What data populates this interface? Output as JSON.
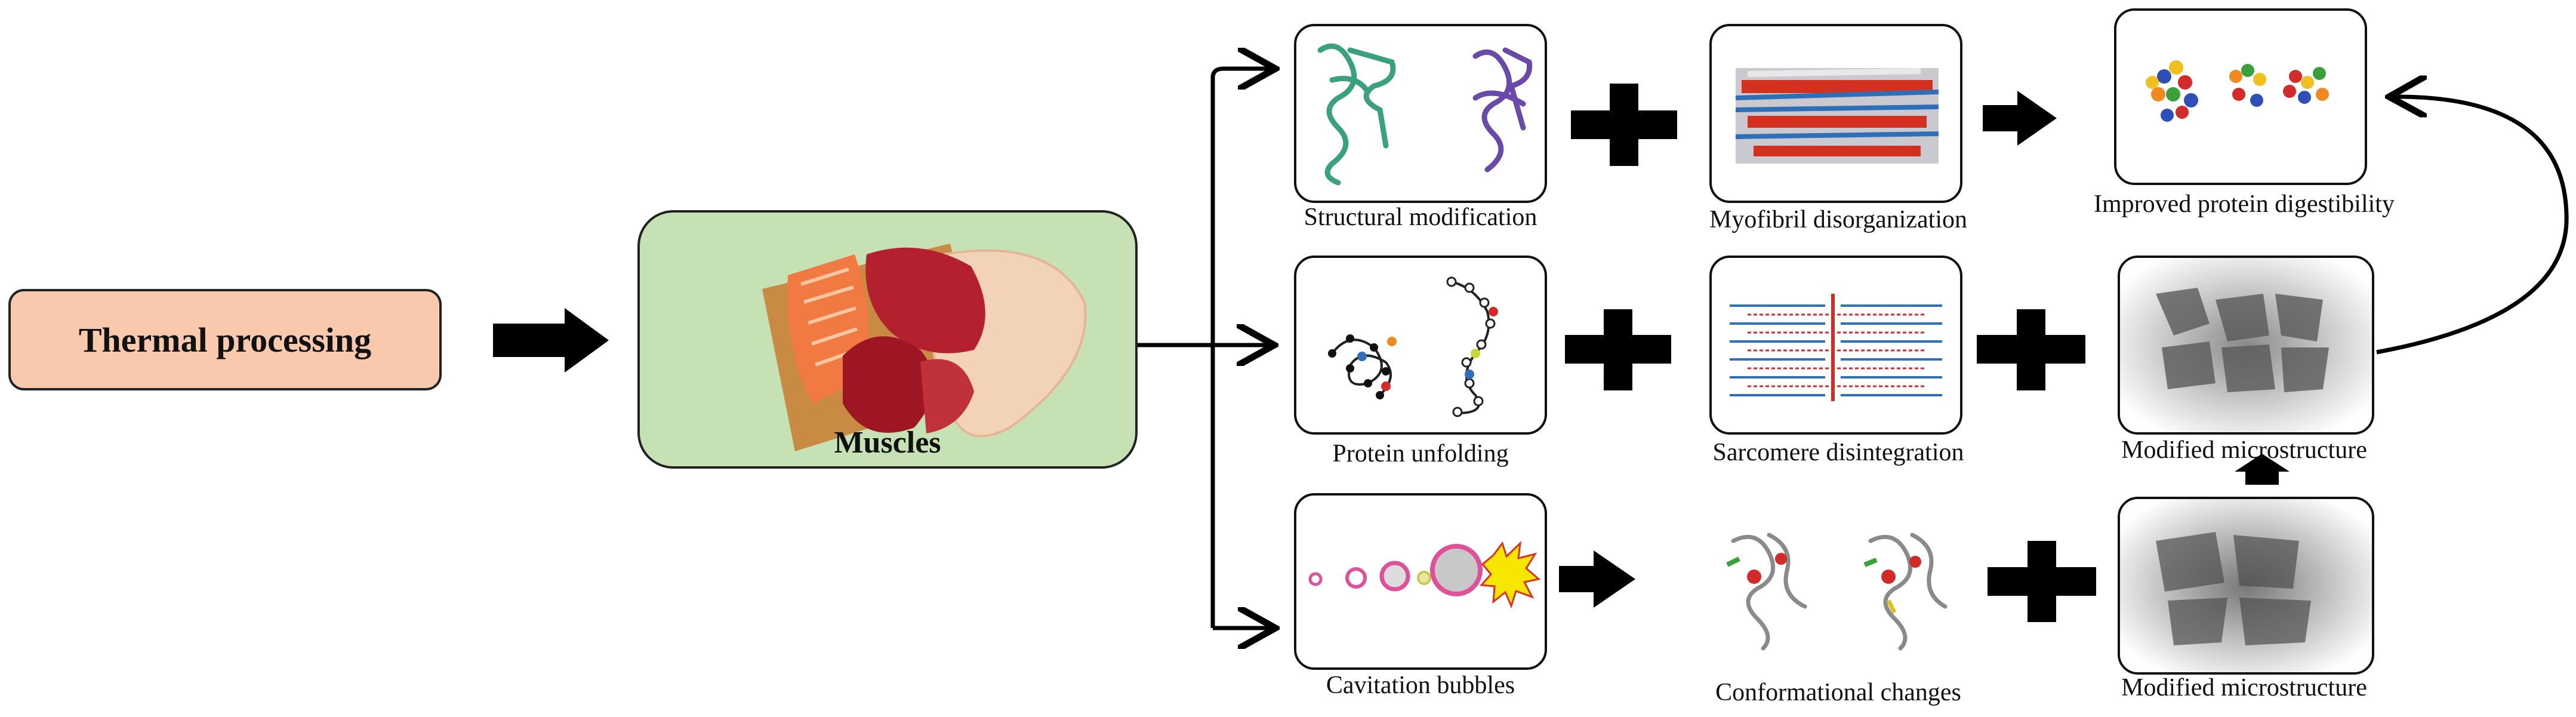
{
  "start": {
    "label": "Thermal processing"
  },
  "muscles": {
    "label": "Muscles"
  },
  "row1": {
    "structural": "Structural modification",
    "myofibril": "Myofibril disorganization",
    "digestibility": "Improved protein digestibility"
  },
  "row2": {
    "unfolding": "Protein unfolding",
    "sarcomere": "Sarcomere disintegration",
    "microstructure": "Modified microstructure"
  },
  "row3": {
    "cavitation": "Cavitation bubbles",
    "conformational": "Conformational changes",
    "microstructure": "Modified microstructure"
  },
  "colors": {
    "start_fill": "#f9c9ad",
    "muscles_fill": "#c6e2b4",
    "arrow": "#000000"
  }
}
